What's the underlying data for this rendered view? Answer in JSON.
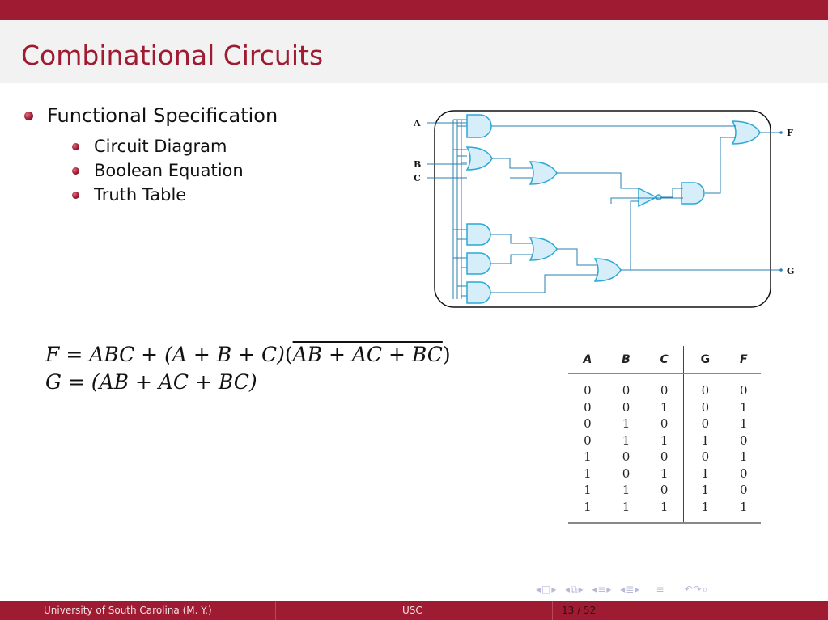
{
  "slide": {
    "title": "Combinational Circuits",
    "bullets": {
      "main": "Functional Specification",
      "sub": [
        "Circuit Diagram",
        "Boolean Equation",
        "Truth Table"
      ]
    }
  },
  "circuit": {
    "inputs": [
      "A",
      "B",
      "C"
    ],
    "outputs": [
      "F",
      "G"
    ]
  },
  "equations": {
    "f_lhs": "F",
    "f_eq": "=",
    "f_rhs_plain": "ABC + (A + B + C)",
    "f_rhs_over": "AB + AC + BC",
    "g_line": "G = (AB + AC + BC)"
  },
  "truth_table": {
    "headers": [
      "A",
      "B",
      "C",
      "G",
      "F"
    ],
    "rows": [
      [
        "0",
        "0",
        "0",
        "0",
        "0"
      ],
      [
        "0",
        "0",
        "1",
        "0",
        "1"
      ],
      [
        "0",
        "1",
        "0",
        "0",
        "1"
      ],
      [
        "0",
        "1",
        "1",
        "1",
        "0"
      ],
      [
        "1",
        "0",
        "0",
        "0",
        "1"
      ],
      [
        "1",
        "0",
        "1",
        "1",
        "0"
      ],
      [
        "1",
        "1",
        "0",
        "1",
        "0"
      ],
      [
        "1",
        "1",
        "1",
        "1",
        "1"
      ]
    ]
  },
  "footer": {
    "left": "University of South Carolina  (M. Y.)",
    "center": "USC",
    "right": "13 / 52"
  },
  "colors": {
    "brand": "#9e1b32",
    "gate_fill": "#d6eefa",
    "gate_stroke": "#2aa9d6",
    "wire": "#2a7fb0"
  }
}
